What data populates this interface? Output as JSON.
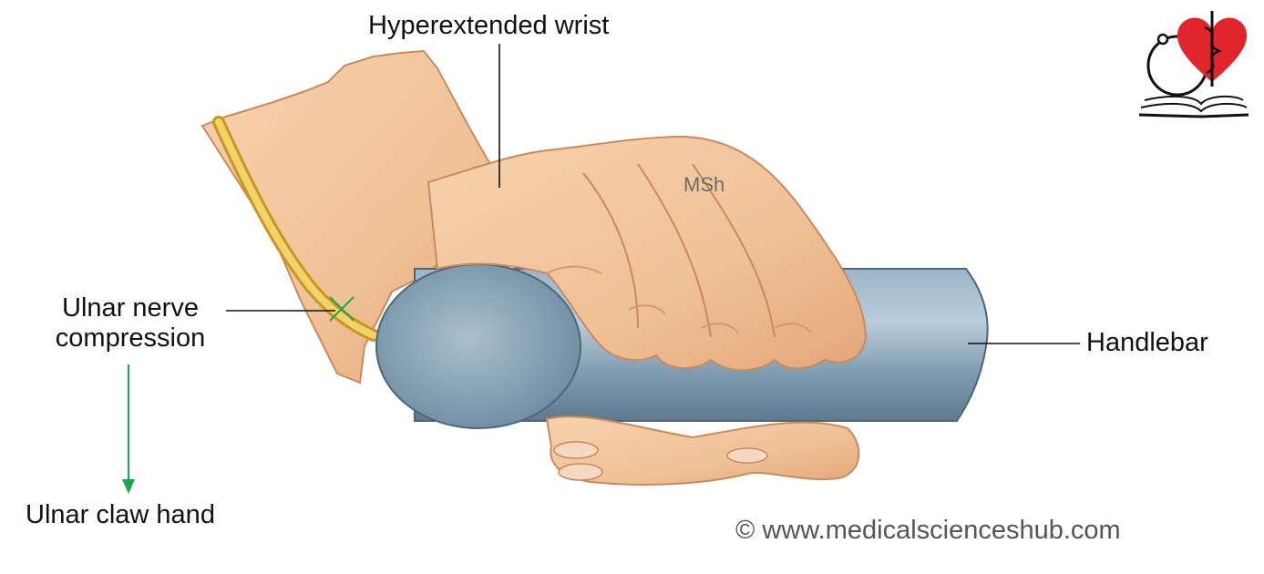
{
  "labels": {
    "hyperextended_wrist": "Hyperextended wrist",
    "ulnar_nerve_line1": "Ulnar nerve",
    "ulnar_nerve_line2": "compression",
    "handlebar": "Handlebar",
    "ulnar_claw_hand": "Ulnar claw hand"
  },
  "watermark": "MSh",
  "copyright": "© www.medicalscienceshub.com",
  "colors": {
    "skin": "#f2c49a",
    "skin_shadow": "#d99a6c",
    "nerve": "#e8c04a",
    "bar": "#7f9db3",
    "arrow": "#1aa64a",
    "logo_heart": "#e0262c"
  }
}
